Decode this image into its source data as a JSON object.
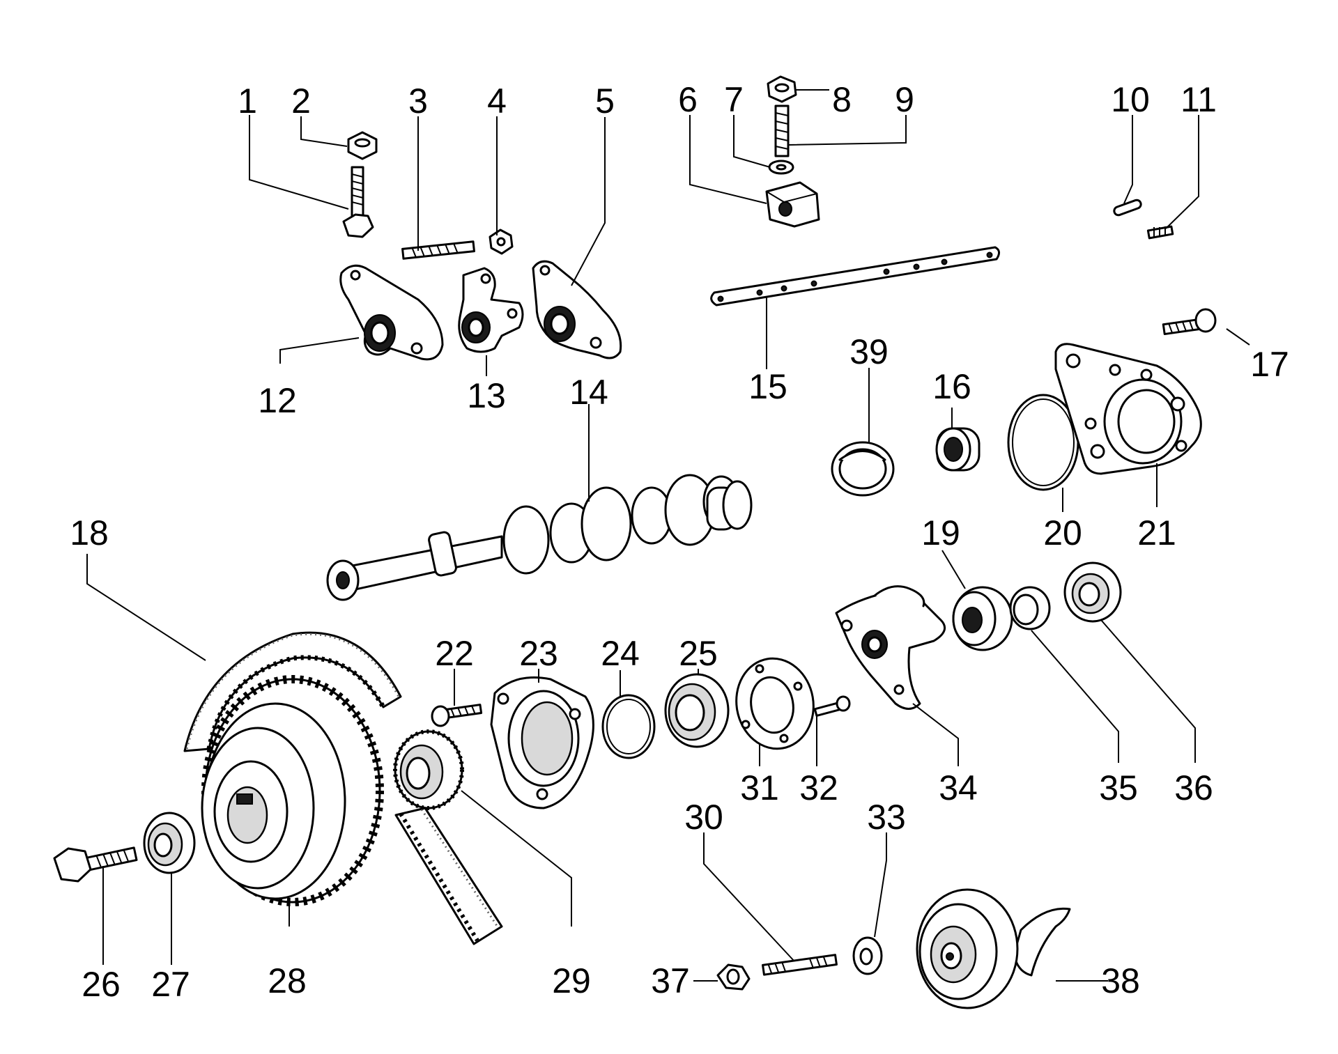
{
  "diagram": {
    "callouts": [
      {
        "id": "1",
        "text": "1"
      },
      {
        "id": "2",
        "text": "2"
      },
      {
        "id": "3",
        "text": "3"
      },
      {
        "id": "4",
        "text": "4"
      },
      {
        "id": "5",
        "text": "5"
      },
      {
        "id": "6",
        "text": "6"
      },
      {
        "id": "7",
        "text": "7"
      },
      {
        "id": "8",
        "text": "8"
      },
      {
        "id": "9",
        "text": "9"
      },
      {
        "id": "10",
        "text": "10"
      },
      {
        "id": "11",
        "text": "11"
      },
      {
        "id": "12",
        "text": "12"
      },
      {
        "id": "13",
        "text": "13"
      },
      {
        "id": "14",
        "text": "14"
      },
      {
        "id": "15",
        "text": "15"
      },
      {
        "id": "16",
        "text": "16"
      },
      {
        "id": "17",
        "text": "17"
      },
      {
        "id": "18",
        "text": "18"
      },
      {
        "id": "19",
        "text": "19"
      },
      {
        "id": "20",
        "text": "20"
      },
      {
        "id": "21",
        "text": "21"
      },
      {
        "id": "22",
        "text": "22"
      },
      {
        "id": "23",
        "text": "23"
      },
      {
        "id": "24",
        "text": "24"
      },
      {
        "id": "25",
        "text": "25"
      },
      {
        "id": "26",
        "text": "26"
      },
      {
        "id": "27",
        "text": "27"
      },
      {
        "id": "28",
        "text": "28"
      },
      {
        "id": "29",
        "text": "29"
      },
      {
        "id": "30",
        "text": "30"
      },
      {
        "id": "31",
        "text": "31"
      },
      {
        "id": "32",
        "text": "32"
      },
      {
        "id": "33",
        "text": "33"
      },
      {
        "id": "34",
        "text": "34"
      },
      {
        "id": "35",
        "text": "35"
      },
      {
        "id": "36",
        "text": "36"
      },
      {
        "id": "37",
        "text": "37"
      },
      {
        "id": "38",
        "text": "38"
      },
      {
        "id": "39",
        "text": "39"
      }
    ]
  }
}
